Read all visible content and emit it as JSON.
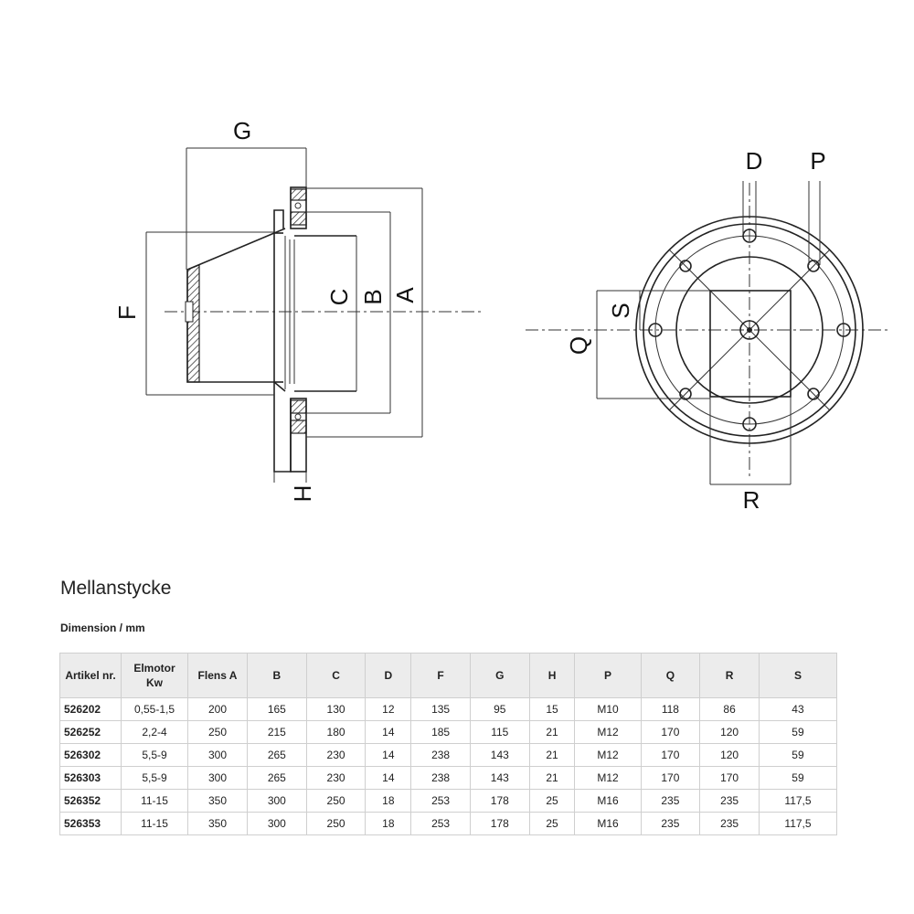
{
  "drawing": {
    "side_labels": {
      "G": "G",
      "F": "F",
      "C": "C",
      "B": "B",
      "A": "A",
      "H": "H"
    },
    "front_labels": {
      "D": "D",
      "P": "P",
      "S": "S",
      "Q": "Q",
      "R": "R"
    }
  },
  "title": "Mellanstycke",
  "subtitle": "Dimension / mm",
  "table": {
    "headers": [
      "Artikel nr.",
      "Elmotor Kw",
      "Flens A",
      "B",
      "C",
      "D",
      "F",
      "G",
      "H",
      "P",
      "Q",
      "R",
      "S"
    ],
    "rows": [
      [
        "526202",
        "0,55-1,5",
        "200",
        "165",
        "130",
        "12",
        "135",
        "95",
        "15",
        "M10",
        "118",
        "86",
        "43"
      ],
      [
        "526252",
        "2,2-4",
        "250",
        "215",
        "180",
        "14",
        "185",
        "115",
        "21",
        "M12",
        "170",
        "120",
        "59"
      ],
      [
        "526302",
        "5,5-9",
        "300",
        "265",
        "230",
        "14",
        "238",
        "143",
        "21",
        "M12",
        "170",
        "120",
        "59"
      ],
      [
        "526303",
        "5,5-9",
        "300",
        "265",
        "230",
        "14",
        "238",
        "143",
        "21",
        "M12",
        "170",
        "170",
        "59"
      ],
      [
        "526352",
        "11-15",
        "350",
        "300",
        "250",
        "18",
        "253",
        "178",
        "25",
        "M16",
        "235",
        "235",
        "117,5"
      ],
      [
        "526353",
        "11-15",
        "350",
        "300",
        "250",
        "18",
        "253",
        "178",
        "25",
        "M16",
        "235",
        "235",
        "117,5"
      ]
    ]
  }
}
